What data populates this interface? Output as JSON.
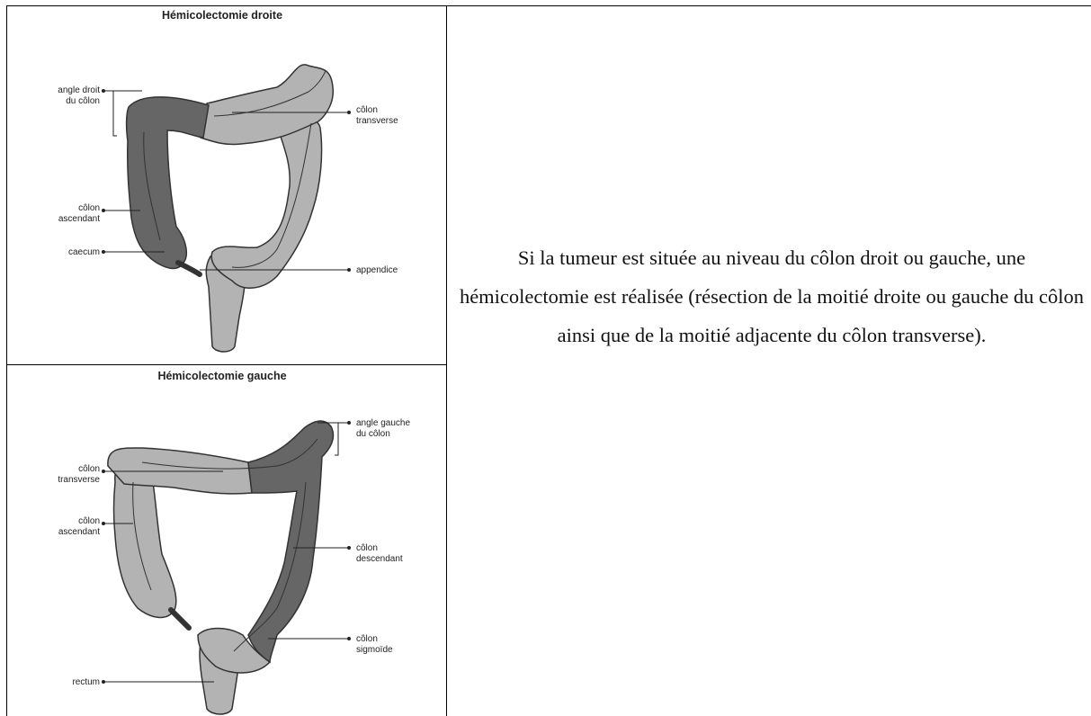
{
  "panels": [
    {
      "title": "Hémicolectomie droite",
      "labels": {
        "angle": [
          "angle droit",
          "du côlon"
        ],
        "transverse": [
          "côlon",
          "transverse"
        ],
        "ascendant": [
          "côlon",
          "ascendant"
        ],
        "caecum": "caecum",
        "appendice": "appendice"
      }
    },
    {
      "title": "Hémicolectomie gauche",
      "labels": {
        "angle": [
          "angle gauche",
          "du côlon"
        ],
        "transverse": [
          "côlon",
          "transverse"
        ],
        "ascendant": [
          "côlon",
          "ascendant"
        ],
        "descendant": [
          "côlon",
          "descendant"
        ],
        "sigmoide": [
          "côlon",
          "sigmoïde"
        ],
        "rectum": "rectum"
      }
    }
  ],
  "description": "Si la tumeur est située au niveau du côlon droit ou gauche, une hémicolectomie est réalisée (résection de la moitié droite ou gauche du côlon ainsi que de la moitié adjacente du côlon transverse).",
  "colors": {
    "resected": "#666666",
    "remaining": "#b3b3b3",
    "outline": "#333333"
  }
}
